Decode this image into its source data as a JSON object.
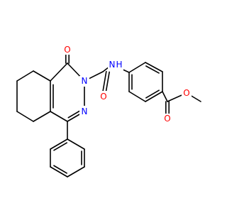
{
  "diagram": {
    "type": "chemical-structure",
    "labels": {
      "oxygen_ketone": "O",
      "nitrogen_ring": "N",
      "nitrogen_imine": "N",
      "amide_nitrogen": "N",
      "amide_hydrogen": "H",
      "oxygen_amide": "O",
      "oxygen_ester_carbonyl": "O",
      "oxygen_ester": "O"
    },
    "colors": {
      "bond": "#000000",
      "oxygen": "#ff0000",
      "nitrogen": "#0000ff",
      "background": "#ffffff"
    }
  }
}
